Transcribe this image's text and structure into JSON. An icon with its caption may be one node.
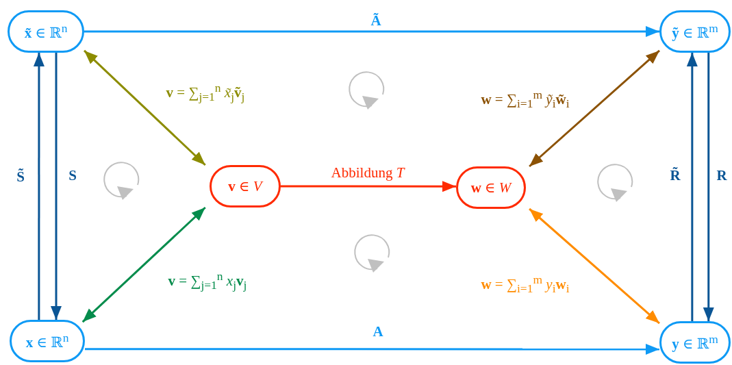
{
  "diagram": {
    "nodes": [
      {
        "text": [
          "**x̃** ∈ ℝ$^{n}$"
        ]
      },
      {
        "text": [
          "**ỹ** ∈ ℝ$^{m}$"
        ]
      },
      {
        "text": [
          "**v** ∈ *V*"
        ]
      },
      {
        "text": [
          "**w** ∈ *W*"
        ]
      },
      {
        "text": [
          "**x** ∈ ℝ$^{n}$"
        ]
      },
      {
        "text": [
          "**y** ∈ ℝ$^{m}$"
        ]
      }
    ],
    "edges": [
      {
        "from": 0,
        "to": 1,
        "arrow": "to",
        "label": "**Ã**",
        "color": "#0f9af5"
      },
      {
        "from": 4,
        "to": 5,
        "arrow": "to",
        "label": "**A**",
        "color": "#0f9af5"
      },
      {
        "from": 4,
        "to": 0,
        "arrow": "to",
        "label": "**S̃**",
        "color": "#0a5595"
      },
      {
        "from": 0,
        "to": 4,
        "arrow": "to",
        "label": "**S**",
        "color": "#0a5595"
      },
      {
        "from": 5,
        "to": 1,
        "arrow": "to",
        "label": "**R̃**",
        "color": "#0a5595"
      },
      {
        "from": 1,
        "to": 5,
        "arrow": "to",
        "label": "**R**",
        "color": "#0a5595"
      },
      {
        "from": 2,
        "to": 0,
        "arrow": "both",
        "label": "**v** = ∑$_{j=1}$$^{n}$ *x̃*$_{j}$**ṽ**$_{j}$",
        "color": "#8c8c00"
      },
      {
        "from": 2,
        "to": 4,
        "arrow": "both",
        "label": "**v** = ∑$_{j=1}$$^{n}$ *x*$_{j}$**v**$_{j}$",
        "color": "#058c4c"
      },
      {
        "from": 3,
        "to": 1,
        "arrow": "both",
        "label": "**w** = ∑$_{i=1}$$^{m}$ *ỹ*$_{i}$**w̃**$_{i}$",
        "color": "#8c5204"
      },
      {
        "from": 3,
        "to": 5,
        "arrow": "both",
        "label": "**w** = ∑$_{i=1}$$^{m}$ *y*$_{i}$**w**$_{i}$",
        "color": "#ff8c00"
      },
      {
        "from": 2,
        "to": 3,
        "arrow": "to",
        "label": "Abbildung *T*",
        "color": "#ff2a00"
      }
    ]
  }
}
